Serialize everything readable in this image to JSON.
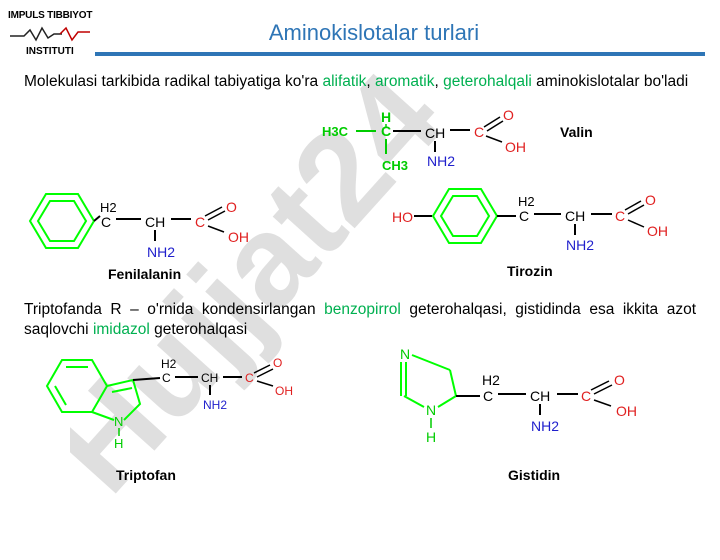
{
  "logo": {
    "line1": "IMPULS TIBBIYOT",
    "line2": "INSTITUTI"
  },
  "title": "Aminokislotalar turlari",
  "intro": {
    "before": "Molekulasi tarkibida radikal tabiyatiga ko'ra ",
    "aliphatic": "alifatik",
    "sep1": ", ",
    "aromatic": "aromatik",
    "sep2": ", ",
    "hetero": "geterohalqali",
    "after": " aminokislotalar bo'ladi"
  },
  "trp_text": {
    "before": "Triptofanda R – o'rnida kondensirlangan ",
    "benzopirrol": "benzopirrol",
    "middle": " geterohalqasi, gistidinda esa ikkita azot saqlovchi ",
    "imidazol": "imidazol",
    "after": " geterohalqasi"
  },
  "names": {
    "valin": "Valin",
    "fenilalanin": "Fenilalanin",
    "tirozin": "Tirozin",
    "triptofan": "Triptofan",
    "gistidin": "Gistidin"
  },
  "atoms": {
    "H": "H",
    "H3C": "H3C",
    "C": "C",
    "CH": "CH",
    "O": "O",
    "OH": "OH",
    "NH2": "NH2",
    "CH3": "CH3",
    "H2": "H2",
    "HO": "HO",
    "N": "N"
  },
  "watermark": "Hujjat24",
  "colors": {
    "title": "#2e75b6",
    "highlight": "#00b050",
    "ring": "#00ff00",
    "atom_blue": "#1f1fcc",
    "atom_red": "#e02020",
    "watermark": "#b8b8b8"
  }
}
